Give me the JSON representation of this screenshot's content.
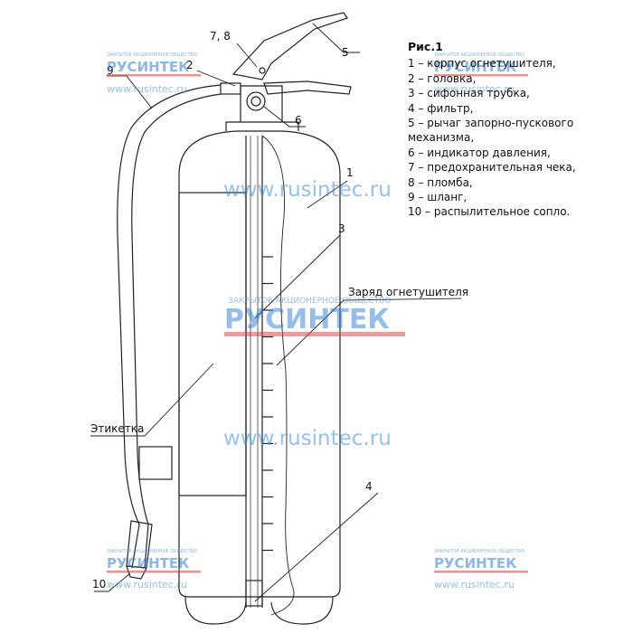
{
  "legend": {
    "title": "Рис.1",
    "items": [
      "1 – корпус огнетушителя,",
      "2 – головка,",
      "3 – сифонная трубка,",
      "4 – фильтр,",
      "5 – рычаг запорно-пускового",
      "механизма,",
      "6 – индикатор давления,",
      "7 – предохранительная чека,",
      "8 – пломба,",
      "9 – шланг,",
      "10 – распылительное сопло."
    ]
  },
  "callouts": {
    "c1": "1",
    "c2": "2",
    "c3": "3",
    "c4": "4",
    "c5": "5",
    "c6": "6",
    "c78": "7, 8",
    "c9": "9",
    "c10": "10",
    "charge": "Заряд огнетушителя",
    "label": "Этикетка"
  },
  "watermark": {
    "brand": "РУСИНТЕК",
    "tagline": "ЗАКРЫТОЕ АКЦИОНЕРНОЕ ОБЩЕСТВО",
    "url": "www.rusintec.ru",
    "colors": {
      "blue": "#2e7fd6",
      "red": "#e03a3a"
    }
  }
}
